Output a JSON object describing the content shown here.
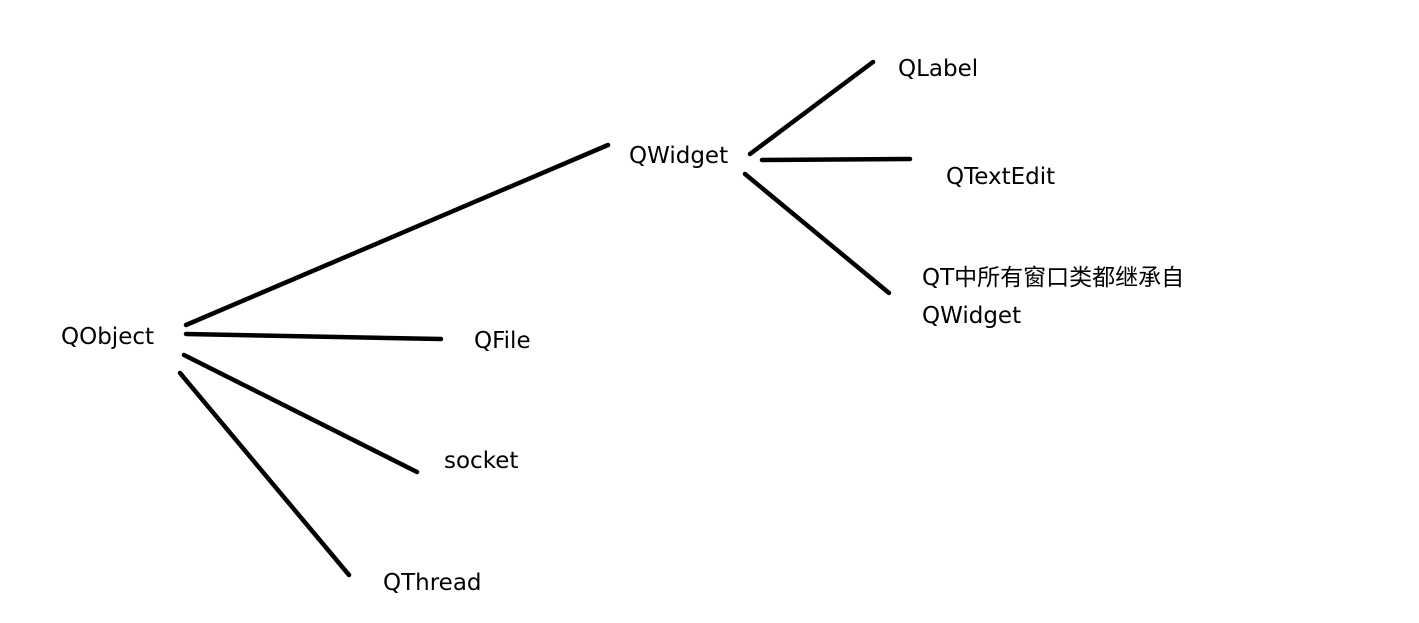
{
  "nodes": {
    "qobject": "QObject",
    "qwidget": "QWidget",
    "qfile": "QFile",
    "socket": "socket",
    "qthread": "QThread",
    "qlabel": "QLabel",
    "qtextedit": "QTextEdit",
    "note": {
      "line1": "QT中所有窗口类都继承自",
      "line2": "QWidget"
    }
  },
  "edges": [
    {
      "from": "QObject",
      "to": "QWidget"
    },
    {
      "from": "QObject",
      "to": "QFile"
    },
    {
      "from": "QObject",
      "to": "socket"
    },
    {
      "from": "QObject",
      "to": "QThread"
    },
    {
      "from": "QWidget",
      "to": "QLabel"
    },
    {
      "from": "QWidget",
      "to": "QTextEdit"
    },
    {
      "from": "QWidget",
      "to": "QT中所有窗口类都继承自 QWidget"
    }
  ],
  "colors": {
    "background": "#ffffff",
    "ink": "#000000"
  }
}
